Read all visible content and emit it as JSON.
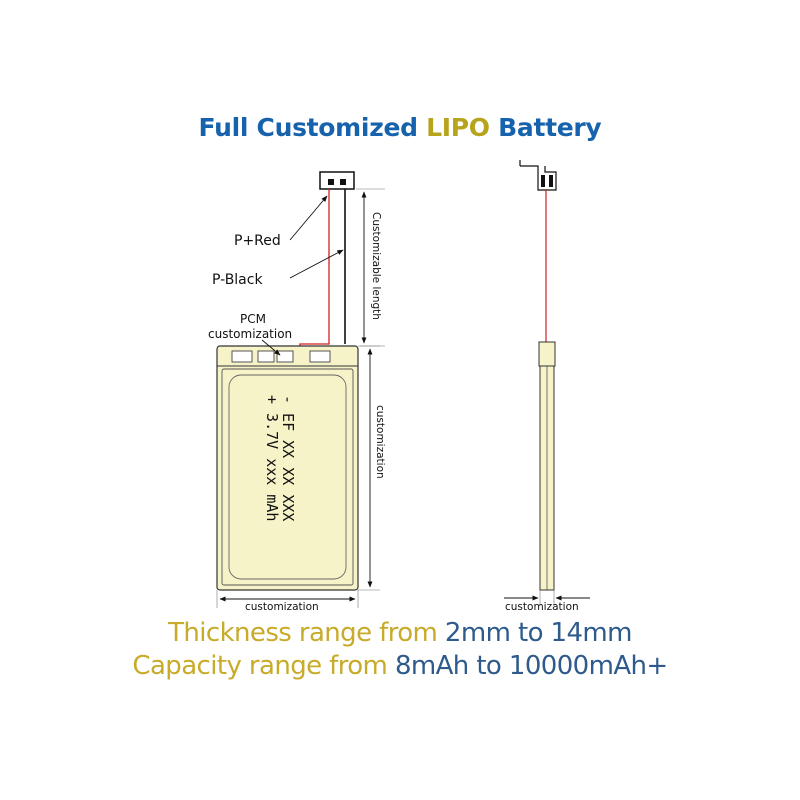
{
  "title": {
    "part1": "Full Customized",
    "part2": "LIPO",
    "part3": "Battery",
    "color_blue": "#1762ad",
    "color_gold": "#b8a41c"
  },
  "labels": {
    "positive": "P+Red",
    "negative": "P-Black",
    "pcm_line1": "PCM",
    "pcm_line2": "customization",
    "customizable_length": "Customizable length",
    "height_custom": "customization",
    "width_custom": "customization",
    "thickness_custom": "customization"
  },
  "cell_text": {
    "line1": "-  EF XX XX XXX",
    "line2": "+ 3.7V xxx mAh"
  },
  "captions": {
    "line1_prefix": "Thickness range from",
    "line1_value": "2mm to 14mm",
    "line2_prefix": "Capacity range from",
    "line2_value": "8mAh to 10000mAh+"
  },
  "colors": {
    "battery_fill": "#f6f3c8",
    "wire_red": "#d32020",
    "wire_black": "#111111",
    "caption_gold": "#c8ab2a",
    "caption_blue": "#2e5b8c"
  }
}
